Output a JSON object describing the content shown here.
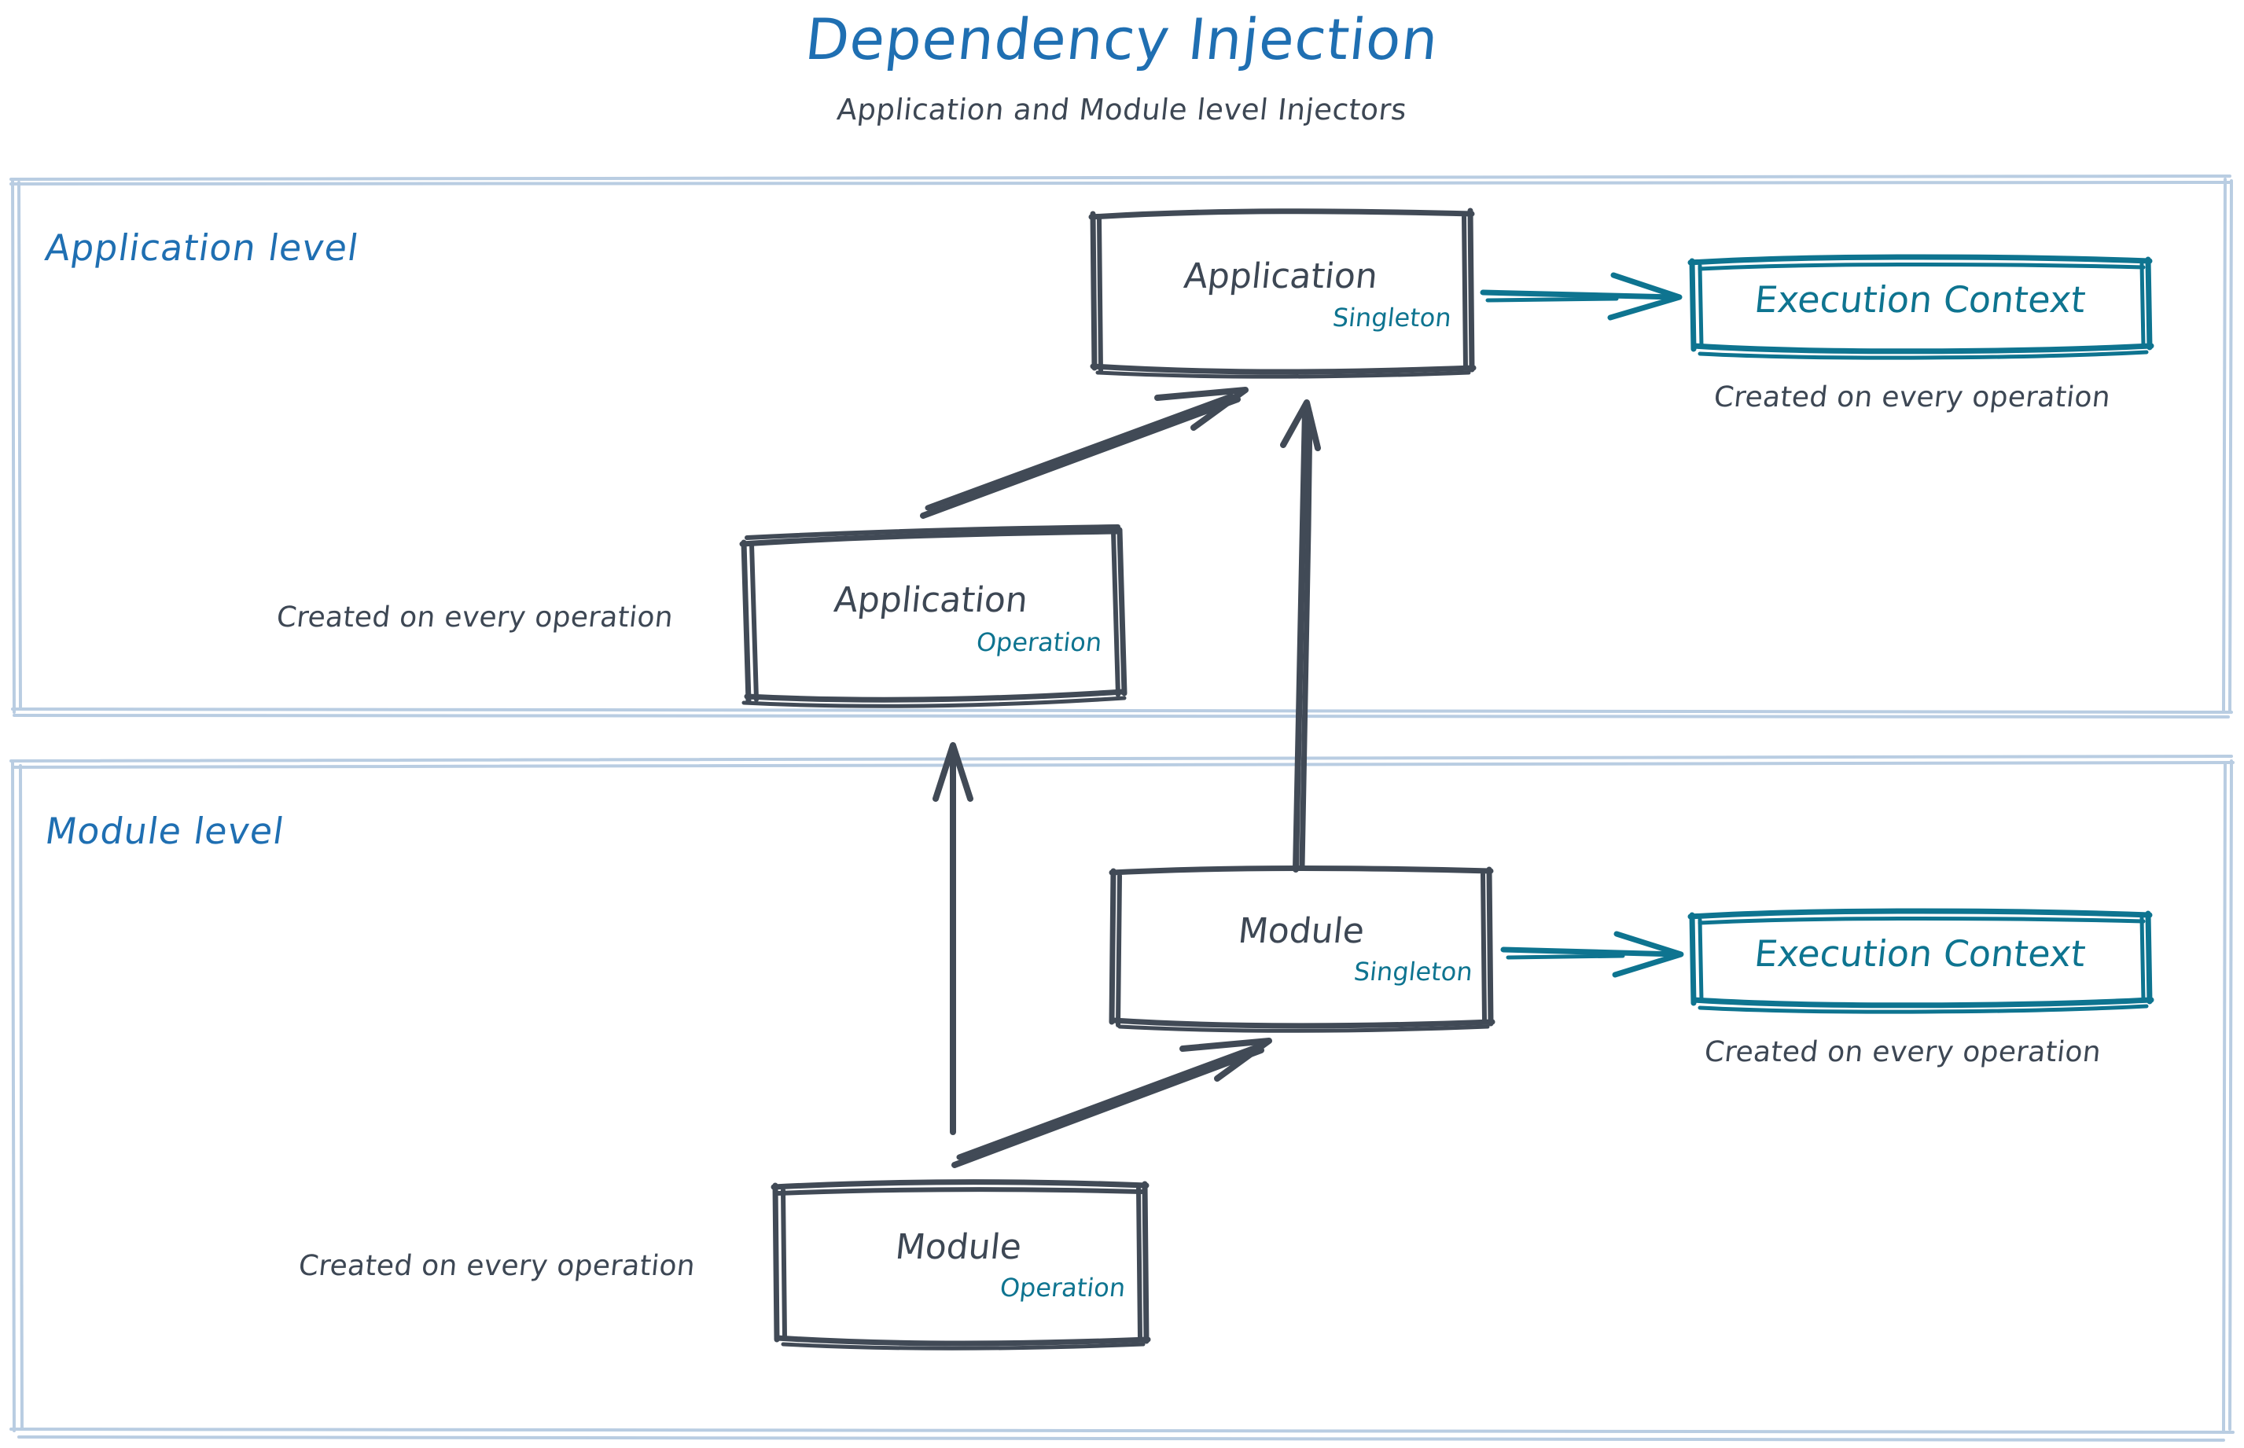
{
  "header": {
    "title": "Dependency Injection",
    "subtitle": "Application and Module level Injectors"
  },
  "colors": {
    "title_blue": "#1f6fb2",
    "lane_border_blue": "#b9cde2",
    "node_stroke_dark": "#414a56",
    "scope_teal": "#0e7490",
    "caption_gray": "#3d4754",
    "background": "#ffffff"
  },
  "lanes": [
    {
      "id": "application-level",
      "label": "Application level"
    },
    {
      "id": "module-level",
      "label": "Module level"
    }
  ],
  "nodes": {
    "app_singleton": {
      "label": "Application",
      "scope": "Singleton"
    },
    "app_operation": {
      "label": "Application",
      "scope": "Operation"
    },
    "mod_singleton": {
      "label": "Module",
      "scope": "Singleton"
    },
    "mod_operation": {
      "label": "Module",
      "scope": "Operation"
    },
    "ec_application": {
      "label": "Execution Context"
    },
    "ec_module": {
      "label": "Execution Context"
    }
  },
  "captions": {
    "app_operation_note": "Created on every operation",
    "mod_operation_note": "Created on every operation",
    "ec_application_note": "Created on every operation",
    "ec_module_note": "Created on every operation"
  },
  "edges": [
    {
      "id": "app-singleton-to-ec",
      "from": "app_singleton",
      "to": "ec_application",
      "style": "arrow",
      "color": "#0e7490"
    },
    {
      "id": "mod-singleton-to-ec",
      "from": "mod_singleton",
      "to": "ec_module",
      "style": "arrow",
      "color": "#0e7490"
    },
    {
      "id": "app-operation-to-app-singleton",
      "from": "app_operation",
      "to": "app_singleton",
      "style": "arrow",
      "color": "#414a56"
    },
    {
      "id": "mod-singleton-to-app-singleton",
      "from": "mod_singleton",
      "to": "app_singleton",
      "style": "arrow",
      "color": "#414a56"
    },
    {
      "id": "mod-operation-to-app-operation",
      "from": "mod_operation",
      "to": "app_operation",
      "style": "arrow",
      "color": "#414a56"
    },
    {
      "id": "mod-operation-to-mod-singleton",
      "from": "mod_operation",
      "to": "mod_singleton",
      "style": "arrow",
      "color": "#414a56"
    }
  ]
}
